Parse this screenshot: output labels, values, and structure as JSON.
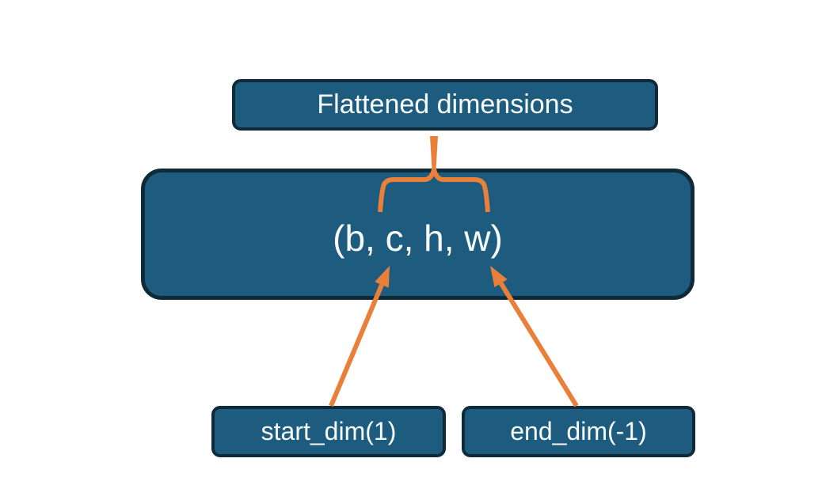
{
  "diagram": {
    "nodes": {
      "flattened": {
        "label": "Flattened dimensions"
      },
      "tensor": {
        "label": "(b, c, h, w)"
      },
      "start_dim": {
        "label": "start_dim(1)"
      },
      "end_dim": {
        "label": "end_dim(-1)"
      }
    }
  },
  "colors": {
    "node_fill": "#1E5C7F",
    "node_border": "#0F2B3A",
    "connector_orange": "#E8803A",
    "label_text": "#F8FBFC",
    "background": "#FFFFFF"
  }
}
